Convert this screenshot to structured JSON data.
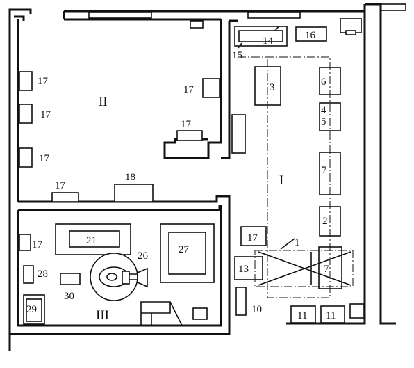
{
  "rooms": {
    "I": "I",
    "II": "II",
    "III": "III"
  },
  "labels": {
    "n1": "1",
    "n2": "2",
    "n3": "3",
    "n45": "4\n5",
    "n6": "6",
    "n7a": "7",
    "n7b": "7",
    "n10": "10",
    "n11a": "11",
    "n11b": "11",
    "n13": "13",
    "n14": "14",
    "n15": "15",
    "n16": "16",
    "n17_1": "17",
    "n17_2": "17",
    "n17_3": "17",
    "n17_4": "17",
    "n17_5": "17",
    "n17_6": "17",
    "n17_7": "17",
    "n17_8": "17",
    "n18": "18",
    "n21": "21",
    "n26": "26",
    "n27": "27",
    "n28": "28",
    "n29": "29",
    "n30": "30"
  }
}
